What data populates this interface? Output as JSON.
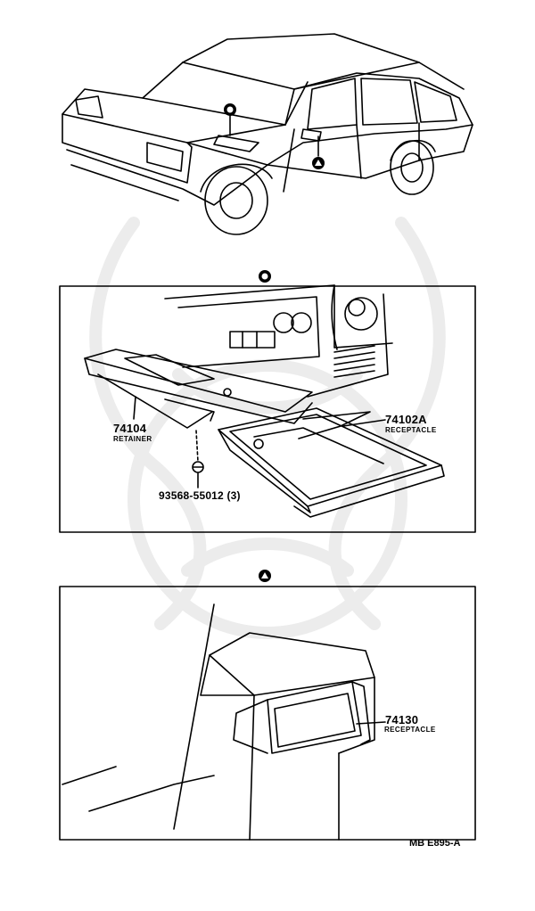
{
  "callouts": [
    {
      "part_no": "74104",
      "name": "RETAINER"
    },
    {
      "part_no": "74102A",
      "name": "RECEPTACLE"
    },
    {
      "part_no": "93568-55012 (3)",
      "name": ""
    },
    {
      "part_no": "74130",
      "name": "RECEPTACLE"
    }
  ],
  "diagram_code": "MB E895-A",
  "markers": {
    "view1": "circle-dot",
    "view2": "triangle"
  },
  "colors": {
    "ink": "#000000",
    "watermark": "#e6e6e6"
  }
}
